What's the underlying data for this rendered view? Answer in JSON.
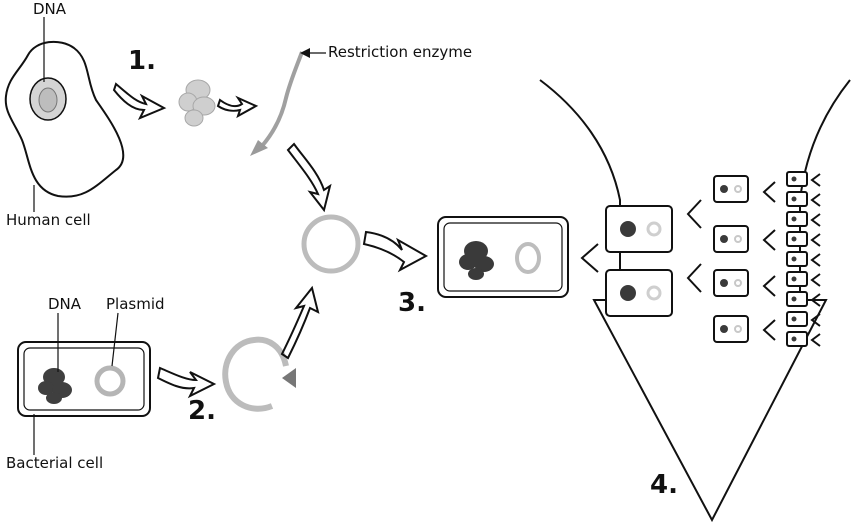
{
  "labels": {
    "human_dna": "DNA",
    "restriction_enzyme": "Restriction enzyme",
    "human_cell": "Human cell",
    "bacterial_dna": "DNA",
    "plasmid": "Plasmid",
    "bacterial_cell": "Bacterial cell"
  },
  "steps": {
    "step1": "1.",
    "step2": "2.",
    "step3": "3.",
    "step4": "4."
  },
  "colors": {
    "outline": "#111111",
    "dna_light": "#c9c9c9",
    "dna_dark": "#3a3a3a",
    "plasmid": "#b5b5b5",
    "enzyme": "#9a9a9a"
  },
  "icons": [
    "human-cell-icon",
    "bacterial-cell-icon",
    "plasmid-icon",
    "dna-clump-icon",
    "process-arrow-icon",
    "restriction-enzyme-icon"
  ]
}
